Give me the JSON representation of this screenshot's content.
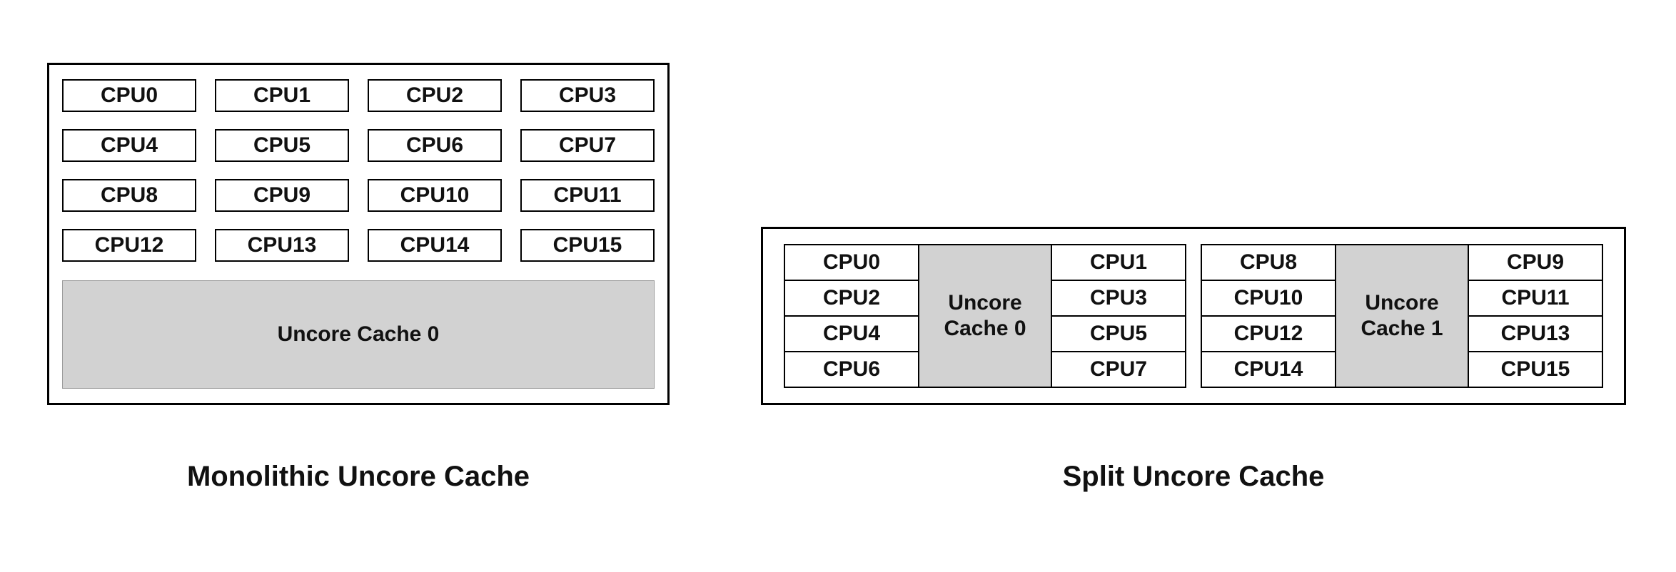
{
  "monolithic": {
    "label": "Monolithic Uncore Cache",
    "cpus": [
      "CPU0",
      "CPU1",
      "CPU2",
      "CPU3",
      "CPU4",
      "CPU5",
      "CPU6",
      "CPU7",
      "CPU8",
      "CPU9",
      "CPU10",
      "CPU11",
      "CPU12",
      "CPU13",
      "CPU14",
      "CPU15"
    ],
    "cache_label": "Uncore Cache 0"
  },
  "split": {
    "label": "Split Uncore Cache",
    "groups": [
      {
        "left_cpus": [
          "CPU0",
          "CPU2",
          "CPU4",
          "CPU6"
        ],
        "cache_label": "Uncore Cache 0",
        "right_cpus": [
          "CPU1",
          "CPU3",
          "CPU5",
          "CPU7"
        ]
      },
      {
        "left_cpus": [
          "CPU8",
          "CPU10",
          "CPU12",
          "CPU14"
        ],
        "cache_label": "Uncore Cache 1",
        "right_cpus": [
          "CPU9",
          "CPU11",
          "CPU13",
          "CPU15"
        ]
      }
    ]
  },
  "colors": {
    "cache_fill": "#d2d2d2",
    "border": "#000000",
    "background": "#ffffff",
    "text": "#111111"
  }
}
